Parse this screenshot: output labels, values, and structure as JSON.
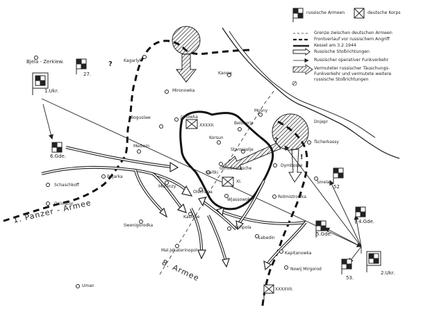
{
  "legend": {
    "russian_armies": "russische Armeen",
    "german_corps": "deutsche Korps",
    "boundary_german_armies": "Grenze zwischen deutschen Armeen",
    "front_before_attack": "Frontverlauf vor russischem Angriff",
    "pocket_date": "Kessel am 3.2.1944",
    "russian_thrusts": "Russische Stoßrichtungen",
    "operational_radio": "Russischer operativer Funkverkehr",
    "deception_line1": "Vermuteter russischer Täuschungs-",
    "deception_line2": "Funkverkehr und vermutete weitere",
    "deception_line3": "russische Stoßrichtungen"
  },
  "towns": {
    "bjela": "Bjela - Zerkiew.",
    "kagarlyk": "Kagarlyk",
    "kanew": "Kanew",
    "mironowka": "Mironowka",
    "boguslaw": "Boguslaw",
    "janowka": "Janowka",
    "mosny": "Mosny",
    "belosersje": "Beloserje",
    "korsun": "Korsun",
    "starosselje": "Starosselje",
    "tscherkassy": "Tscherkassy",
    "medwin": "Medwin",
    "gorodischtsche": "Gorodischtsche",
    "dymbosse": "Dymbosse",
    "kwitki": "Kwitki",
    "smela": "Smela",
    "boyarka": "Bojarka",
    "morenzy": "Morenzy",
    "schaschkoff": "Schaschkoff",
    "wjassowok": "Wjassowok",
    "olschana": "Olschana",
    "rotmistrowka": "Rotmistrowka",
    "ocimator": "Ocimator",
    "swenigorodka": "Swenigorodka",
    "kasimlow": "Kasnoje",
    "schpola": "Schpola",
    "lebedin": "Lebedin",
    "malj_jekaterinopol": "Mal.Jekaterinopol",
    "kapitanowka": "Kapitanowka",
    "nowij_mirgorod": "Nowij Mirgorod",
    "uman": "Uman",
    "dnjepr": "Dnjepr"
  },
  "units": {
    "ukr1": "1.Ukr.",
    "a27": "27.",
    "q": "?",
    "gde6": "6.Gde.",
    "xxxxii": "XXXXII.",
    "xi": "XI.",
    "a52": "52",
    "gde5": "5.Gde.",
    "gde4": "4.Gde.",
    "a53": "53.",
    "ukr2": "2.Ukr.",
    "xxxxvii": "XXXXVII.",
    "q2": "?",
    "excl": "!"
  },
  "army_labels": {
    "panzer": "1. Panzer - Armee",
    "armee8": "8. Armee"
  }
}
